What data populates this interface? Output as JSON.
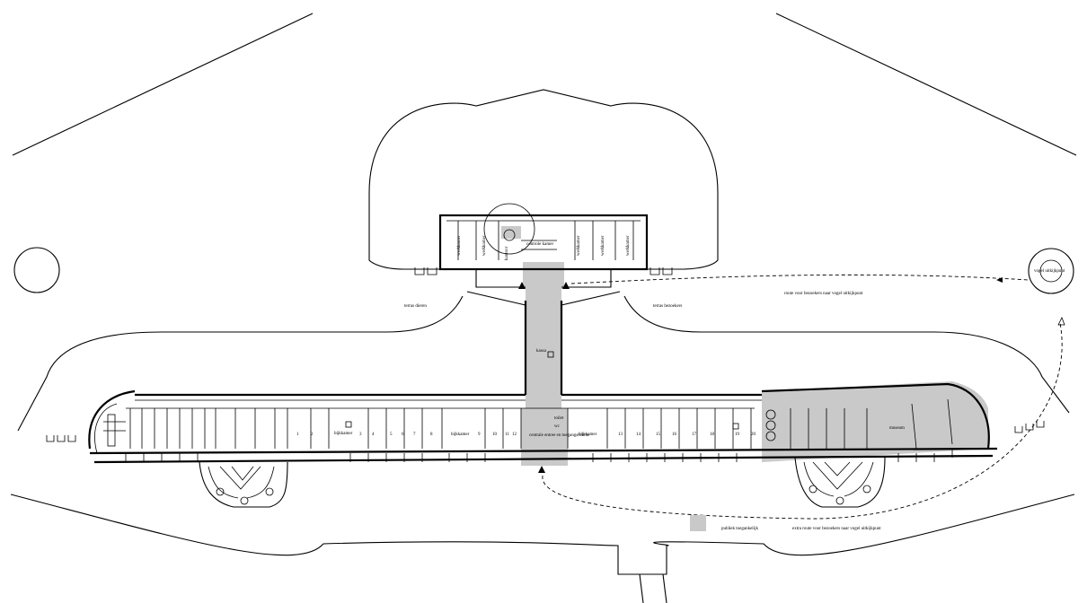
{
  "labels": {
    "terras_dieren": "terras dieren",
    "terras_bezoekers": "terras bezoekers",
    "route_bezoekers": "route voor bezoekers naar vogel uitkijkpunt",
    "extra_route": "extra route voor bezoekers naar vogel uitkijkpunt",
    "vogel_uitkijkpunt": "vogel uitkijkpunt",
    "legend": "publiek toegankelijk",
    "controle_kamer": "controle kamer",
    "kassa": "kassa",
    "centrale_entree": "centrale entree en toegangsruimte",
    "toilet": "toilet",
    "wc": "wc",
    "werkkamer": "werkkamer",
    "bijkkamer": "bijkkamer",
    "museum": "museum",
    "kantoor": "kantoor"
  },
  "room_numbers_left": [
    "1",
    "2",
    "3",
    "4",
    "5",
    "6",
    "7",
    "8",
    "9",
    "10",
    "11",
    "12"
  ],
  "room_numbers_right": [
    "13",
    "14",
    "15",
    "16",
    "17",
    "18",
    "19",
    "20"
  ],
  "colors": {
    "public": "#c9c9c9",
    "line": "#000000"
  }
}
